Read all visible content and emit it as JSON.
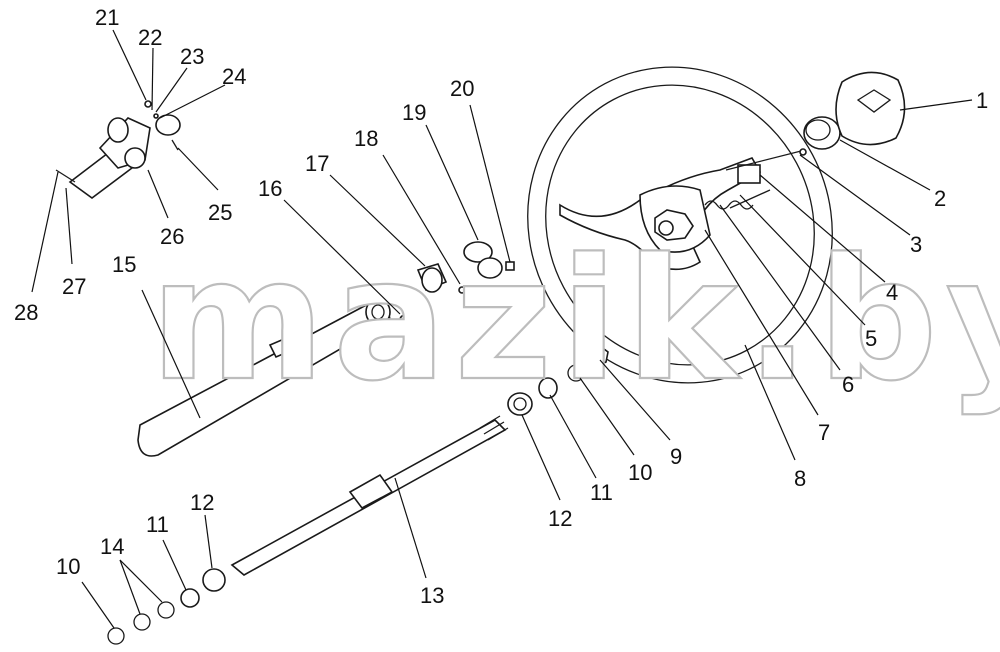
{
  "watermark": "mazik.by",
  "callouts": [
    {
      "id": "1",
      "text": "1"
    },
    {
      "id": "2",
      "text": "2"
    },
    {
      "id": "3",
      "text": "3"
    },
    {
      "id": "4",
      "text": "4"
    },
    {
      "id": "5",
      "text": "5"
    },
    {
      "id": "6",
      "text": "6"
    },
    {
      "id": "7",
      "text": "7"
    },
    {
      "id": "8",
      "text": "8"
    },
    {
      "id": "9",
      "text": "9"
    },
    {
      "id": "10a",
      "text": "10"
    },
    {
      "id": "11a",
      "text": "11"
    },
    {
      "id": "12a",
      "text": "12"
    },
    {
      "id": "13",
      "text": "13"
    },
    {
      "id": "10b",
      "text": "10"
    },
    {
      "id": "14",
      "text": "14"
    },
    {
      "id": "11b",
      "text": "11"
    },
    {
      "id": "12b",
      "text": "12"
    },
    {
      "id": "15",
      "text": "15"
    },
    {
      "id": "16",
      "text": "16"
    },
    {
      "id": "17",
      "text": "17"
    },
    {
      "id": "18",
      "text": "18"
    },
    {
      "id": "19",
      "text": "19"
    },
    {
      "id": "20",
      "text": "20"
    },
    {
      "id": "21",
      "text": "21"
    },
    {
      "id": "22",
      "text": "22"
    },
    {
      "id": "23",
      "text": "23"
    },
    {
      "id": "24",
      "text": "24"
    },
    {
      "id": "25",
      "text": "25"
    },
    {
      "id": "26",
      "text": "26"
    },
    {
      "id": "27",
      "text": "27"
    },
    {
      "id": "28",
      "text": "28"
    }
  ]
}
